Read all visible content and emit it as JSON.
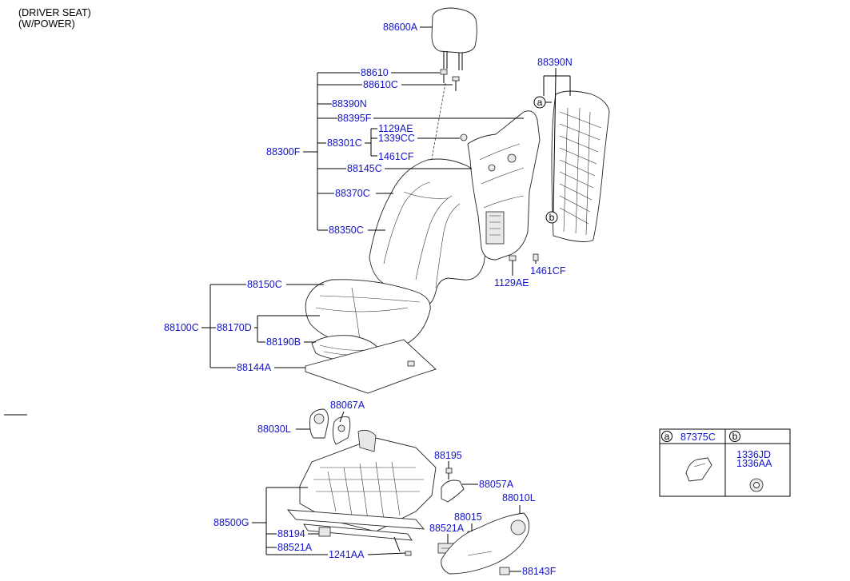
{
  "header": {
    "line1": "(DRIVER SEAT)",
    "line2": "(W/POWER)"
  },
  "labels": {
    "p88600A": "88600A",
    "p88610": "88610",
    "p88610C": "88610C",
    "p88390N_left": "88390N",
    "p88395F": "88395F",
    "p1129AE_top": "1129AE",
    "p1339CC": "1339CC",
    "p88301C": "88301C",
    "p1461CF_top": "1461CF",
    "p88300F": "88300F",
    "p88145C": "88145C",
    "p88370C": "88370C",
    "p88350C": "88350C",
    "p88390N_right": "88390N",
    "p1461CF_bottom": "1461CF",
    "p1129AE_bottom": "1129AE",
    "p88150C": "88150C",
    "p88100C": "88100C",
    "p88170D": "88170D",
    "p88190B": "88190B",
    "p88144A": "88144A",
    "p88067A": "88067A",
    "p88030L": "88030L",
    "p88195": "88195",
    "p88057A": "88057A",
    "p88015": "88015",
    "p88010L": "88010L",
    "p88521A_mid": "88521A",
    "p88500G": "88500G",
    "p88194": "88194",
    "p88521A_left": "88521A",
    "p1241AA": "1241AA",
    "p88143F": "88143F"
  },
  "callouts": {
    "a": "a",
    "b": "b"
  },
  "legend_box": {
    "a_letter": "a",
    "a_part": "87375C",
    "b_letter": "b",
    "b_part1": "1336JD",
    "b_part2": "1336AA"
  }
}
